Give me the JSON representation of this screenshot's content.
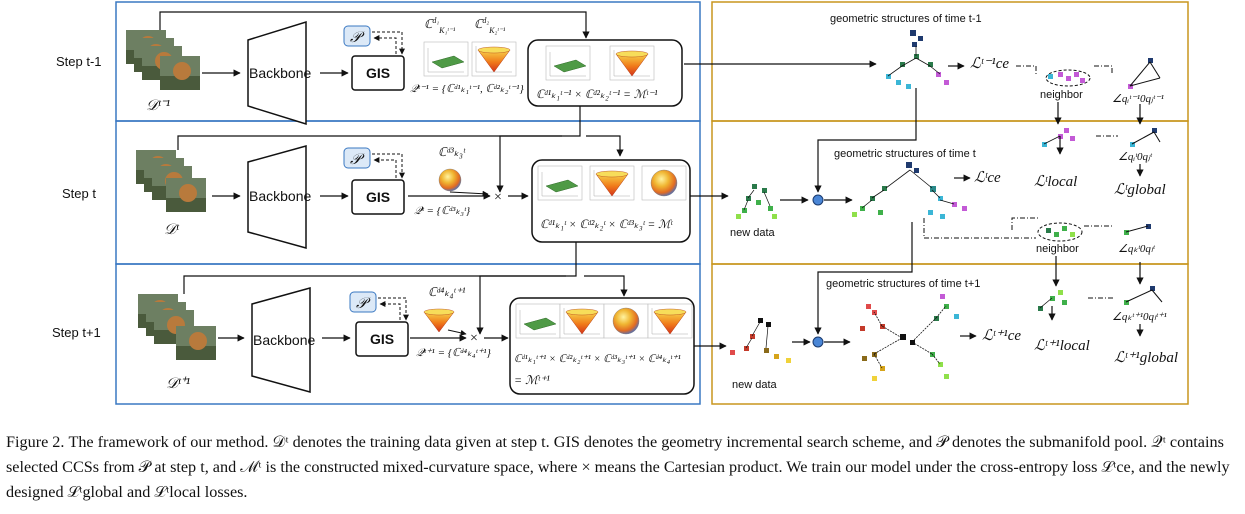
{
  "steps": {
    "prev": {
      "label": "Step t-1",
      "data": "𝒟ᵗ⁻¹",
      "backbone": "Backbone",
      "gis": "GIS",
      "pool": "𝒫",
      "subs": [
        "ℂ",
        "ℂ"
      ],
      "subsup": [
        "d₁",
        "d₂"
      ],
      "subsub": [
        "Kᵗ⁻¹₁",
        "Kᵗ⁻¹₂"
      ],
      "q": "𝒬ᵗ⁻¹ = {ℂᵈ¹ₖ₁ᵗ⁻¹, ℂᵈ²ₖ₂ᵗ⁻¹}",
      "m": "ℂᵈ¹ₖ₁ᵗ⁻¹ × ℂᵈ²ₖ₂ᵗ⁻¹ = ℳᵗ⁻¹"
    },
    "curr": {
      "label": "Step t",
      "data": "𝒟ᵗ",
      "backbone": "Backbone",
      "gis": "GIS",
      "pool": "𝒫",
      "sub": "ℂᵈ³ₖ₃ᵗ",
      "q": "𝒬ᵗ = {ℂᵈ³ₖ₃ᵗ}",
      "m": "ℂᵈ¹ₖ₁ᵗ × ℂᵈ²ₖ₂ᵗ × ℂᵈ³ₖ₃ᵗ = ℳᵗ",
      "times": "×"
    },
    "next": {
      "label": "Step t+1",
      "data": "𝒟ᵗ⁺¹",
      "backbone": "Backbone",
      "gis": "GIS",
      "pool": "𝒫",
      "sub": "ℂᵈ⁴ₖ₄ᵗ⁺¹",
      "q": "𝒬ᵗ⁺¹ = {ℂᵈ⁴ₖ₄ᵗ⁺¹}",
      "m1": "ℂᵈ¹ₖ₁ᵗ⁺¹ × ℂᵈ²ₖ₂ᵗ⁺¹ × ℂᵈ³ₖ₃ᵗ⁺¹ × ℂᵈ⁴ₖ₄ᵗ⁺¹",
      "m2": "= ℳᵗ⁺¹",
      "times": "×"
    }
  },
  "right": {
    "geo_prev": "geometric structures of time t-1",
    "geo_curr": "geometric structures of time t",
    "geo_next": "geometric structures of time t+1",
    "neighbor": "neighbor",
    "new_data": "new data",
    "l_ce_prev": "ℒᵗ⁻¹ce",
    "l_ce": "ℒᵗce",
    "l_ce_next": "ℒᵗ⁺¹ce",
    "l_local": "ℒᵗlocal",
    "l_local_next": "ℒᵗ⁺¹local",
    "l_global": "ℒᵗglobal",
    "l_global_next": "ℒᵗ⁺¹global",
    "ang_prev": "∠qᵢᵗ⁻¹0qⱼᵗ⁻¹",
    "ang_curr": "∠qᵢᵗ0qⱼᵗ",
    "ang_curr2": "∠qₖᵗ0qₗᵗ",
    "ang_next": "∠qₖᵗ⁺¹0qₗᵗ⁺¹"
  },
  "colors": {
    "left_border": "#3a78c2",
    "right_border": "#c8961e",
    "plane": "#4f9a46",
    "cone": "#f07a1a",
    "sphere": "#e6c33a"
  },
  "caption": {
    "label": "Figure 2.",
    "text": "The framework of our method. 𝒟ᵗ denotes the training data given at step t. GIS denotes the geometry incremental search scheme, and 𝒫 denotes the submanifold pool. 𝒬ᵗ contains selected CCSs from 𝒫 at step t, and ℳᵗ is the constructed mixed-curvature space, where × means the Cartesian product. We train our model under the cross-entropy loss ℒᵗce, and the newly designed ℒᵗglobal and ℒᵗlocal losses."
  }
}
